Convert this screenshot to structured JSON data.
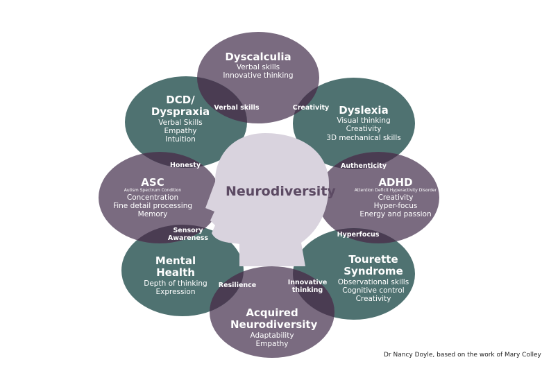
{
  "center": {
    "label": "Neurodiversity"
  },
  "petals": [
    {
      "id": "dyscalculia",
      "title": [
        "Dyscalculia"
      ],
      "items": [
        "Verbal skills",
        "Innovative thinking"
      ],
      "color": "#7a6b80"
    },
    {
      "id": "dyslexia",
      "title": [
        "Dyslexia"
      ],
      "items": [
        "Visual thinking",
        "Creativity",
        "3D mechanical skills"
      ],
      "color": "#4f7271"
    },
    {
      "id": "adhd",
      "title": [
        "ADHD"
      ],
      "subtitle": "Attention Deficit Hyperactivity Disorder",
      "items": [
        "Creativity",
        "Hyper-focus",
        "Energy and passion"
      ],
      "color": "#7a6b80"
    },
    {
      "id": "tourette",
      "title": [
        "Tourette",
        "Syndrome"
      ],
      "items": [
        "Observational skills",
        "Cognitive control",
        "Creativity"
      ],
      "color": "#4f7271"
    },
    {
      "id": "acquired",
      "title": [
        "Acquired",
        "Neurodiversity"
      ],
      "items": [
        "Adaptability",
        "Empathy"
      ],
      "color": "#7a6b80"
    },
    {
      "id": "mental-health",
      "title": [
        "Mental",
        "Health"
      ],
      "items": [
        "Depth of thinking",
        "Expression"
      ],
      "color": "#4f7271"
    },
    {
      "id": "asc",
      "title": [
        "ASC"
      ],
      "subtitle": "Autism Spectrum Condition",
      "items": [
        "Concentration",
        "Fine detail processing",
        "Memory"
      ],
      "color": "#7a6b80"
    },
    {
      "id": "dcd",
      "title": [
        "DCD/",
        "Dyspraxia"
      ],
      "items": [
        "Verbal Skills",
        "Empathy",
        "Intuition"
      ],
      "color": "#4f7271"
    }
  ],
  "overlaps": [
    {
      "id": "verbal-skills",
      "label": [
        "Verbal skills"
      ]
    },
    {
      "id": "creativity",
      "label": [
        "Creativity"
      ]
    },
    {
      "id": "authenticity",
      "label": [
        "Authenticity"
      ]
    },
    {
      "id": "hyperfocus",
      "label": [
        "Hyperfocus"
      ]
    },
    {
      "id": "innovative-thinking",
      "label": [
        "Innovative",
        "thinking"
      ]
    },
    {
      "id": "resilience",
      "label": [
        "Resilience"
      ]
    },
    {
      "id": "sensory-awareness",
      "label": [
        "Sensory",
        "Awareness"
      ]
    },
    {
      "id": "honesty",
      "label": [
        "Honesty"
      ]
    }
  ],
  "colors": {
    "overlap": "#4a3c52",
    "head": "#d9d3de",
    "purple": "#7a6b80",
    "teal": "#4f7271"
  },
  "credit": "Dr Nancy Doyle, based on the work of Mary Colley"
}
